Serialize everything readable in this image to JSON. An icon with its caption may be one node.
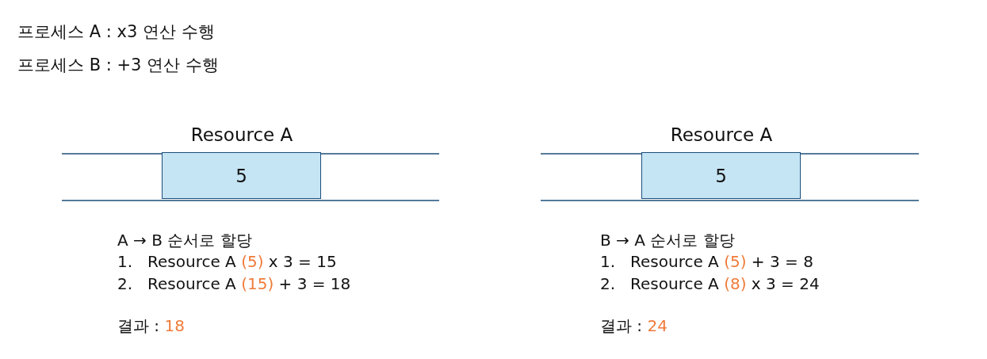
{
  "diagram": {
    "nodes": [
      {
        "text": [
          "Resource A",
          "5"
        ]
      },
      {
        "text": [
          "Resource A",
          "5"
        ]
      }
    ],
    "labels": [
      "프로세스 A : x3 연산 수행",
      "프로세스 B : +3 연산 수행",
      "A → B 순서로 할당",
      "1. Resource A (5) x 3 = 15",
      "2. Resource A (15) + 3 = 18",
      "결과 : 18",
      "B → A 순서로 할당",
      "1. Resource A (5) + 3 = 8",
      "2. Resource A (8) x 3 = 24",
      "결과 : 24"
    ]
  }
}
